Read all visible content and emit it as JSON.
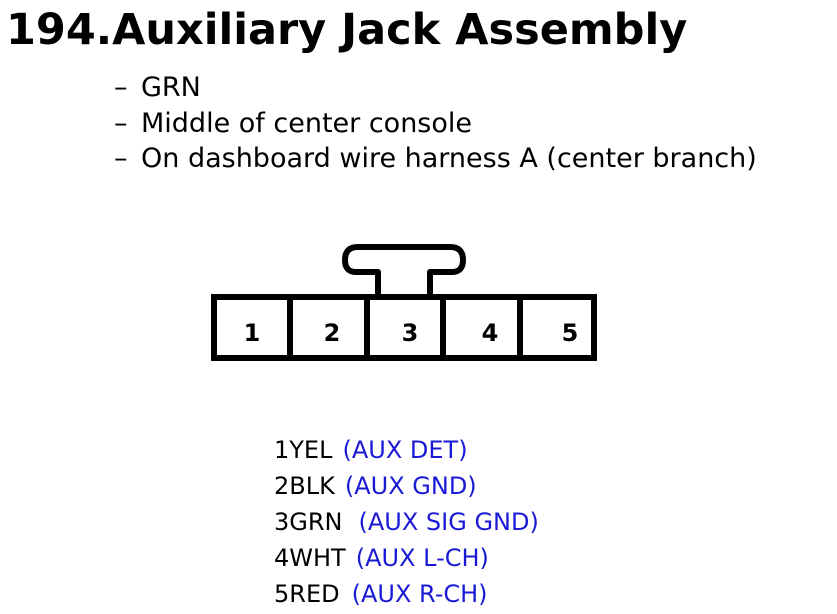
{
  "title": "194.Auxiliary Jack Assembly",
  "details": [
    "GRN",
    "Middle of center console",
    "On dashboard wire harness A (center branch)"
  ],
  "bullet_mark": "–",
  "connector": {
    "pins": [
      "1",
      "2",
      "3",
      "4",
      "5"
    ]
  },
  "pinout": [
    {
      "wire": "1YEL",
      "function": "(AUX DET)"
    },
    {
      "wire": "2BLK",
      "function": "(AUX GND)"
    },
    {
      "wire": "3GRN",
      "function": "(AUX SIG GND)"
    },
    {
      "wire": "4WHT",
      "function": "(AUX L-CH)"
    },
    {
      "wire": "5RED",
      "function": "(AUX R-CH)"
    }
  ],
  "colors": {
    "function_text": "#1a1ad6",
    "text": "#000000"
  }
}
